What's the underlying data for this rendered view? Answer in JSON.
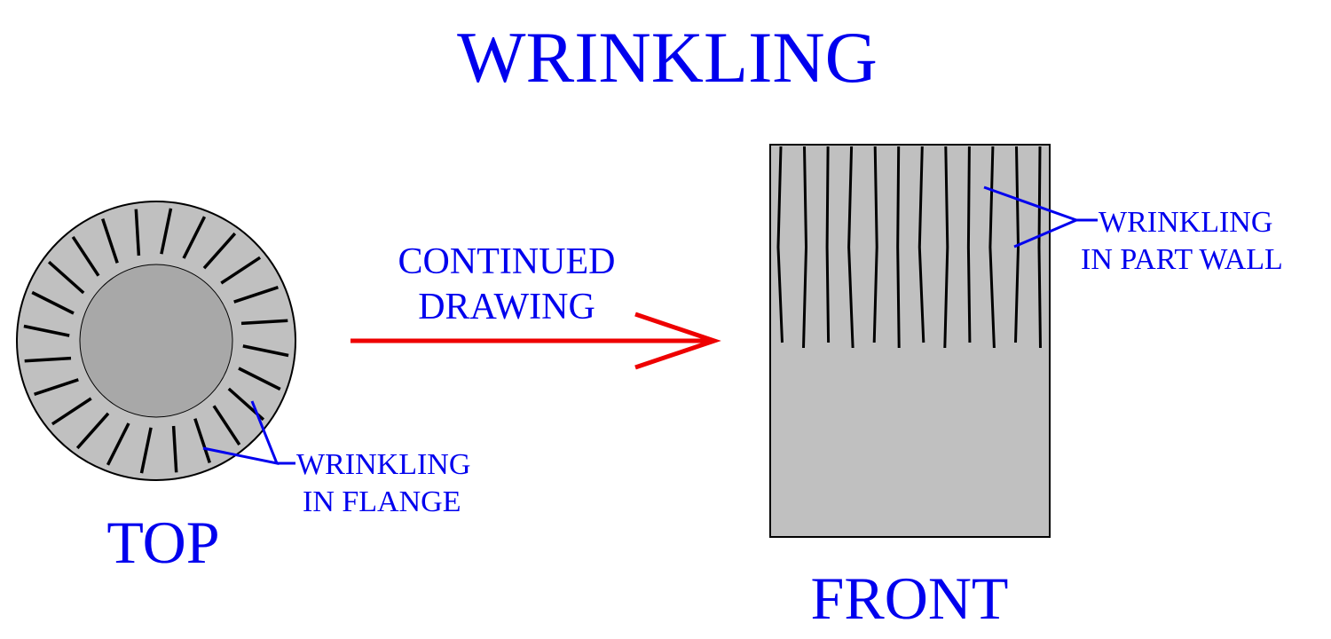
{
  "title": "WRINKLING",
  "arrow_label": {
    "line1": "CONTINUED",
    "line2": "DRAWING"
  },
  "top_view": {
    "caption": "TOP",
    "callout_line1": "WRINKLING",
    "callout_line2": "IN FLANGE",
    "wrinkle_count": 24
  },
  "front_view": {
    "caption": "FRONT",
    "callout_line1": "WRINKLING",
    "callout_line2": "IN PART WALL",
    "wrinkle_count": 12
  },
  "colors": {
    "text": "#0000ee",
    "arrow": "#ee0000",
    "flange": "#c0c0c0",
    "cup_bottom": "#a8a8a8",
    "wall": "#c0c0c0",
    "wrinkle": "#000000",
    "leader": "#0000ee"
  }
}
